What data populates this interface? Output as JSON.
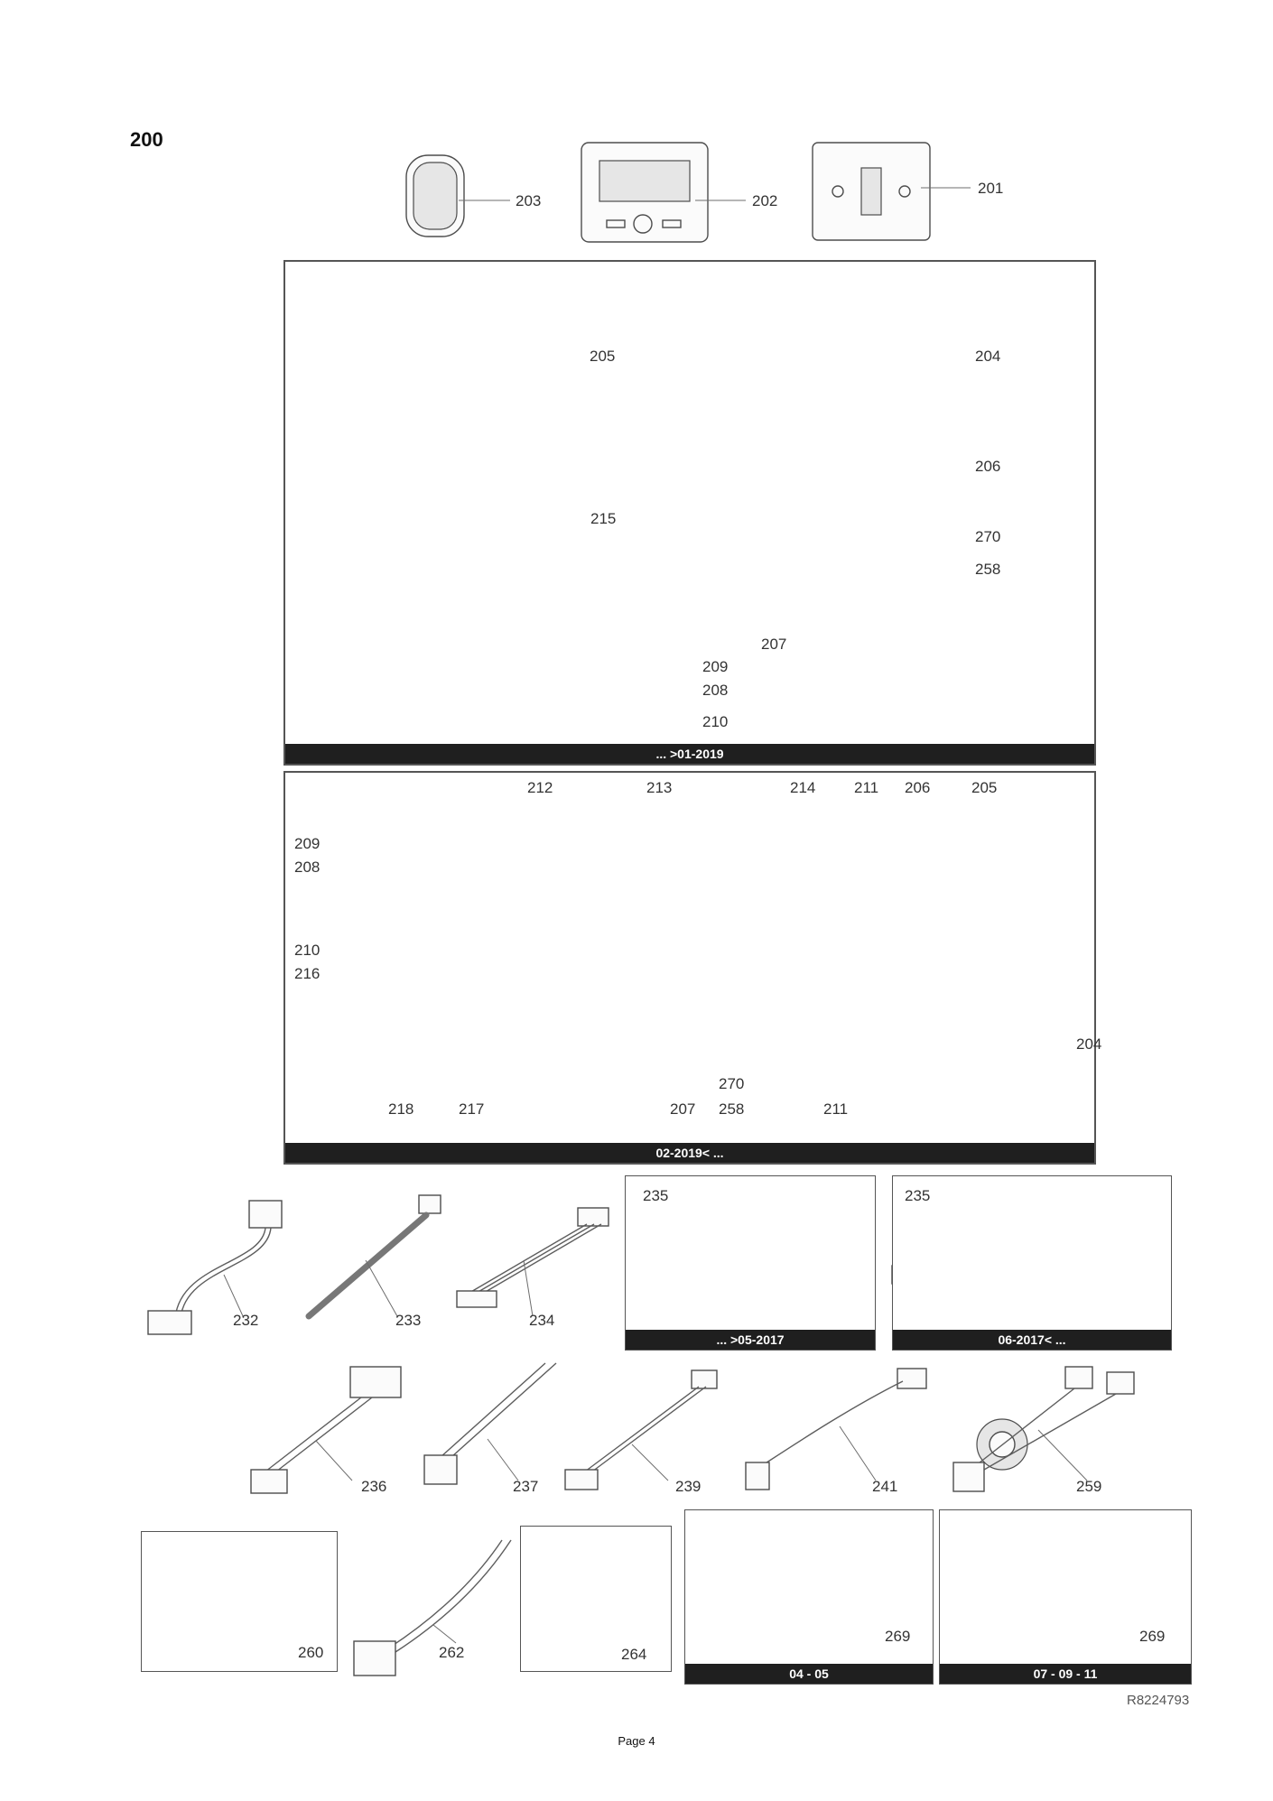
{
  "group_number": "200",
  "panels": {
    "panel_1_label": "... >01-2019",
    "panel_2_label": "02-2019< ...",
    "harness_a_label": "... >05-2017",
    "harness_b_label": "06-2017< ...",
    "harness_c_label": "04 - 05",
    "harness_d_label": "07 - 09 - 11"
  },
  "callouts": {
    "p203": "203",
    "p202": "202",
    "p201": "201",
    "p205a": "205",
    "p204a": "204",
    "p206a": "206",
    "p215": "215",
    "p270a": "270",
    "p258a": "258",
    "p207a": "207",
    "p209a": "209",
    "p208a": "208",
    "p210a": "210",
    "p212": "212",
    "p213": "213",
    "p214": "214",
    "p211a": "211",
    "p206b": "206",
    "p205b": "205",
    "p209b": "209",
    "p208b": "208",
    "p210b": "210",
    "p216": "216",
    "p204b": "204",
    "p270b": "270",
    "p258b": "258",
    "p218": "218",
    "p217": "217",
    "p207b": "207",
    "p211b": "211",
    "p232": "232",
    "p233": "233",
    "p234": "234",
    "p235a": "235",
    "p235b": "235",
    "p236": "236",
    "p237": "237",
    "p239": "239",
    "p241": "241",
    "p259": "259",
    "p260": "260",
    "p262": "262",
    "p264": "264",
    "p269a": "269",
    "p269b": "269"
  },
  "drawing_ref": "R8224793",
  "page_label": "Page 4"
}
